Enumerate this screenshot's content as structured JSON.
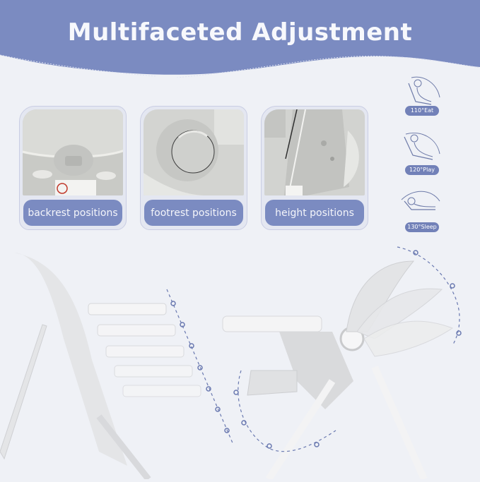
{
  "header": {
    "title": "Multifaceted Adjustment",
    "background_color": "#7b8bc1"
  },
  "cards": [
    {
      "label": "backrest positions",
      "image": "backrest-closeup"
    },
    {
      "label": "footrest positions",
      "image": "footrest-knob-closeup"
    },
    {
      "label": "height positions",
      "image": "height-adjust-closeup"
    }
  ],
  "recline_modes": [
    {
      "angle_label": "110°Eat",
      "icon": "baby-seated-icon"
    },
    {
      "angle_label": "120°Play",
      "icon": "baby-reclined-icon"
    },
    {
      "angle_label": "130°Sleep",
      "icon": "baby-lying-icon"
    }
  ],
  "illustrations": {
    "left": "high-chair-height-levels",
    "right": "high-chair-backrest-footrest-angles"
  },
  "colors": {
    "accent": "#7b8bc1",
    "accent_dark": "#6a79b0",
    "background": "#eff1f6",
    "chair_gray": "#d9dadc"
  }
}
